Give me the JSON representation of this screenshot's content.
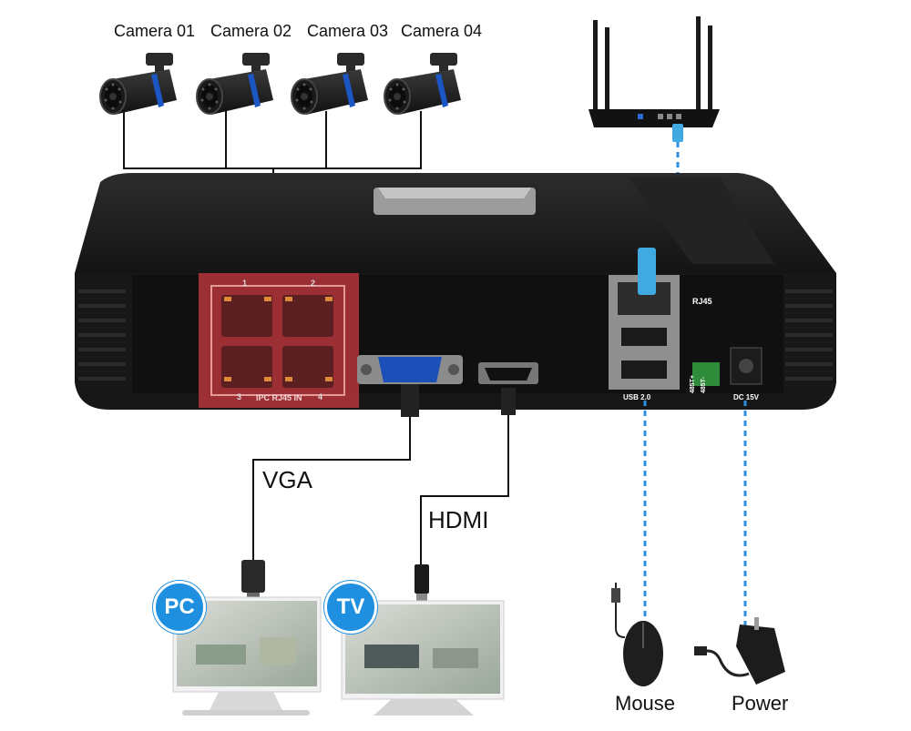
{
  "cameras": [
    {
      "label": "Camera 01"
    },
    {
      "label": "Camera 02"
    },
    {
      "label": "Camera 03"
    },
    {
      "label": "Camera 04"
    }
  ],
  "connections": {
    "vga": "VGA",
    "hdmi": "HDMI",
    "mouse": "Mouse",
    "power": "Power"
  },
  "displays": {
    "pc": "PC",
    "tv": "TV"
  },
  "nvr_panel": {
    "rj45": "RJ45",
    "ipc_in": "IPC RJ45 IN",
    "port_numbers": [
      "1",
      "2",
      "3",
      "4"
    ],
    "usb": "USB 2.0",
    "rs485_a": "485T+",
    "rs485_b": "485T-",
    "dc": "DC 15V"
  },
  "colors": {
    "accent_blue": "#1f8fe0",
    "highlight_red": "#b5353a",
    "device_black": "#1b1b1b"
  },
  "icons": [
    "bullet-camera-icon",
    "router-icon",
    "nvr-device-icon",
    "monitor-icon",
    "tv-icon",
    "mouse-icon",
    "power-adapter-icon",
    "vga-connector-icon",
    "hdmi-connector-icon"
  ]
}
